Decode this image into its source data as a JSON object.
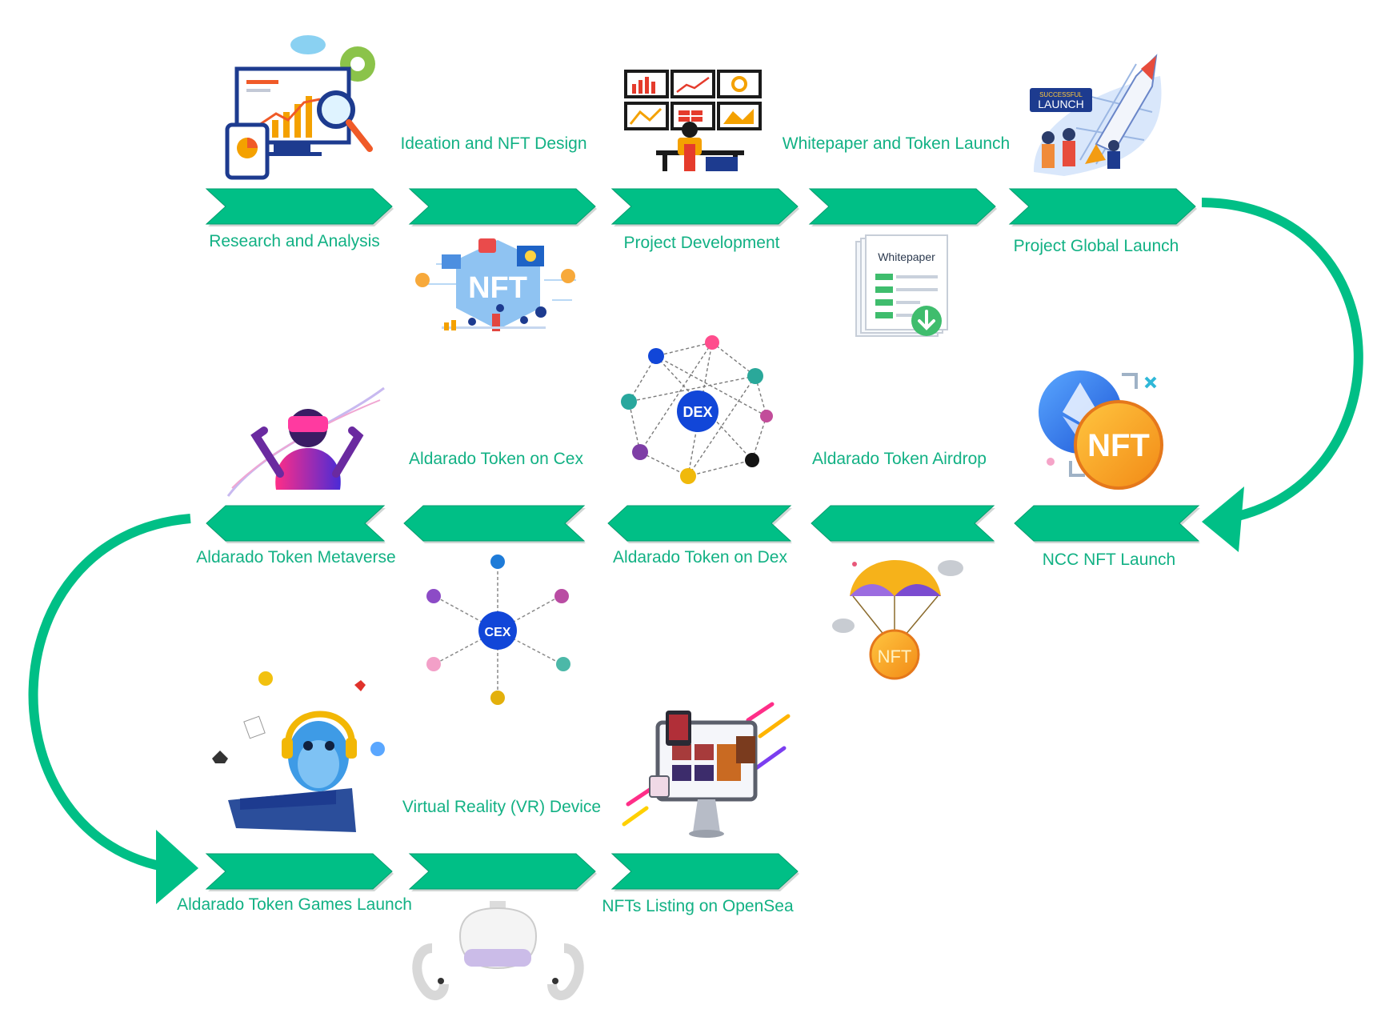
{
  "colors": {
    "green": "#00bf86",
    "green_dark": "#009e6f",
    "label": "#12b184",
    "blue": "#1146d8"
  },
  "steps": [
    {
      "label": "Research and Analysis",
      "icon": "analytics-dashboard-icon"
    },
    {
      "label": "Ideation and NFT Design",
      "icon": "nft-design-icon"
    },
    {
      "label": "Project Development",
      "icon": "monitor-wall-icon"
    },
    {
      "label": "Whitepaper and Token Launch",
      "icon": "whitepaper-document-icon"
    },
    {
      "label": "Project Global Launch",
      "icon": "rocket-launch-icon"
    },
    {
      "label": "NCC NFT Launch",
      "icon": "nft-coin-icon"
    },
    {
      "label": "Aldarado Token Airdrop",
      "icon": "parachute-airdrop-icon"
    },
    {
      "label": "Aldarado Token on Dex",
      "icon": "dex-network-icon"
    },
    {
      "label": "Aldarado Token on Cex",
      "icon": "cex-network-icon"
    },
    {
      "label": "Aldarado Token Metaverse",
      "icon": "vr-metaverse-icon"
    },
    {
      "label": "Aldarado Token Games Launch",
      "icon": "games-mascot-icon"
    },
    {
      "label": "Virtual Reality (VR) Device",
      "icon": "vr-headset-icon"
    },
    {
      "label": "NFTs Listing on OpenSea",
      "icon": "opensea-monitor-icon"
    }
  ],
  "image_text": {
    "launch_badge_top": "SUCCESSFUL",
    "launch_badge_main": "LAUNCH",
    "nft": "NFT",
    "whitepaper": "Whitepaper",
    "dex": "DEX",
    "cex": "CEX"
  }
}
